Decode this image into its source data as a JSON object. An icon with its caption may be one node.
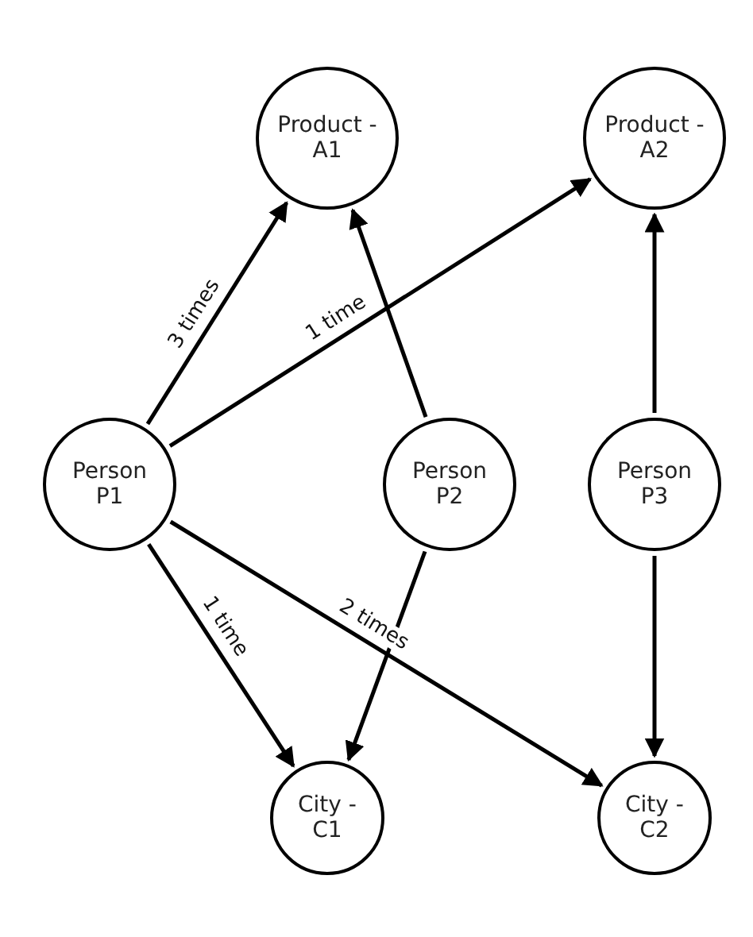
{
  "diagram": {
    "nodes": [
      {
        "text": [
          "Product - A1"
        ]
      },
      {
        "text": [
          "Product - A2"
        ]
      },
      {
        "text": [
          "Person P1"
        ]
      },
      {
        "text": [
          "Person P2"
        ]
      },
      {
        "text": [
          "Person P3"
        ]
      },
      {
        "text": [
          "City - C1"
        ]
      },
      {
        "text": [
          "City - C2"
        ]
      }
    ],
    "edges": [
      {
        "from": 2,
        "to": 0,
        "arrow": "to",
        "label": "3 times"
      },
      {
        "from": 2,
        "to": 1,
        "arrow": "to",
        "label": "1 time"
      },
      {
        "from": 3,
        "to": 0,
        "arrow": "to"
      },
      {
        "from": 4,
        "to": 1,
        "arrow": "to"
      },
      {
        "from": 2,
        "to": 5,
        "arrow": "to",
        "label": "1 time"
      },
      {
        "from": 2,
        "to": 6,
        "arrow": "to",
        "label": "2 times"
      },
      {
        "from": 3,
        "to": 5,
        "arrow": "to"
      },
      {
        "from": 4,
        "to": 6,
        "arrow": "to"
      }
    ]
  }
}
